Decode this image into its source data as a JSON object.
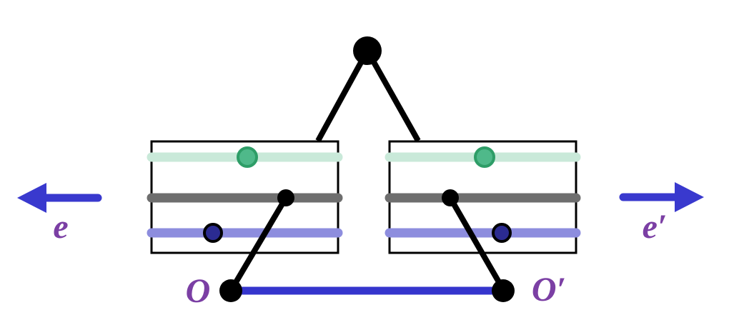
{
  "figure": {
    "labels": {
      "left_arrow": "e",
      "right_arrow": "e′",
      "bottom_left_point": "O",
      "bottom_right_point": "O′"
    },
    "colors": {
      "background": "#ffffff",
      "line_black": "#000000",
      "arrow_blue": "#3939ce",
      "segment_blue": "#3535cd",
      "label_purple": "#7b3fa4",
      "mint_line": "#c9e9d9",
      "gray_line": "#6e6e6e",
      "lavender_line": "#8d8dde",
      "green_dot_fill": "#4fb98a",
      "green_dot_stroke": "#2e9d67",
      "navy_dot_fill": "#2b2b91"
    }
  }
}
